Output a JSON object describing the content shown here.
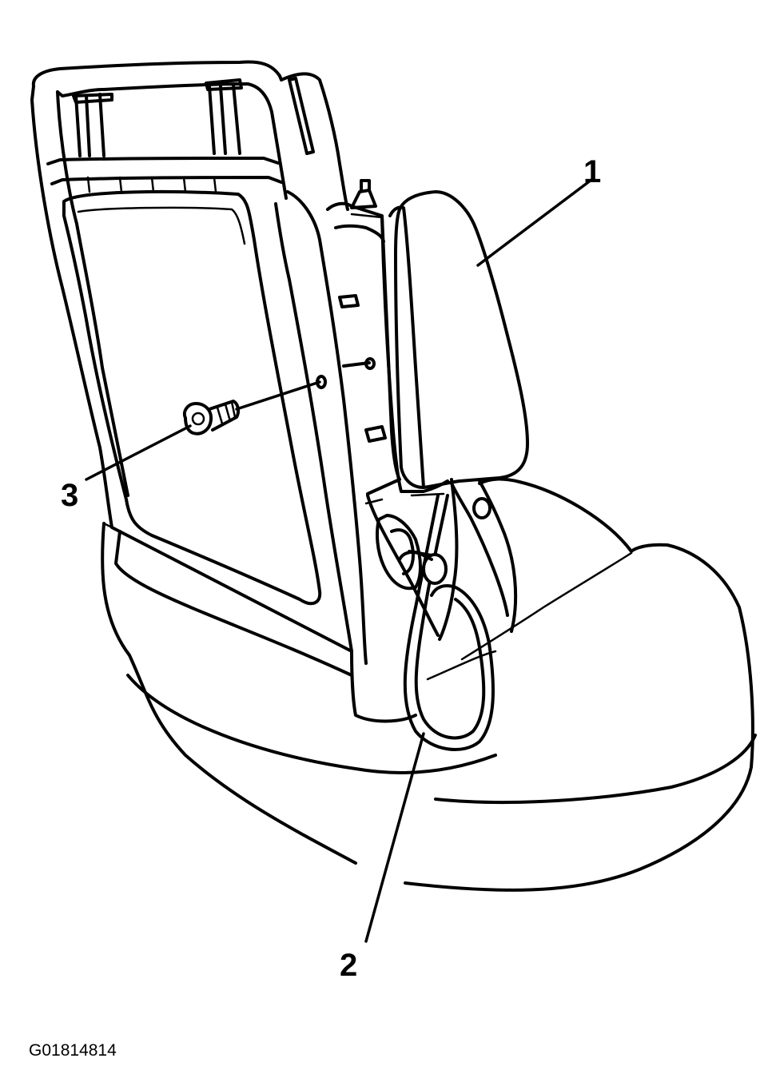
{
  "callouts": {
    "one": "1",
    "two": "2",
    "three": "3"
  },
  "figure_id": "G01814814",
  "parts_shown": [
    "seat-back-frame",
    "side-airbag-module",
    "wiring-harness-connector",
    "screw",
    "seat-cushion"
  ],
  "colors": {
    "ink": "#000000",
    "paper": "#ffffff"
  }
}
